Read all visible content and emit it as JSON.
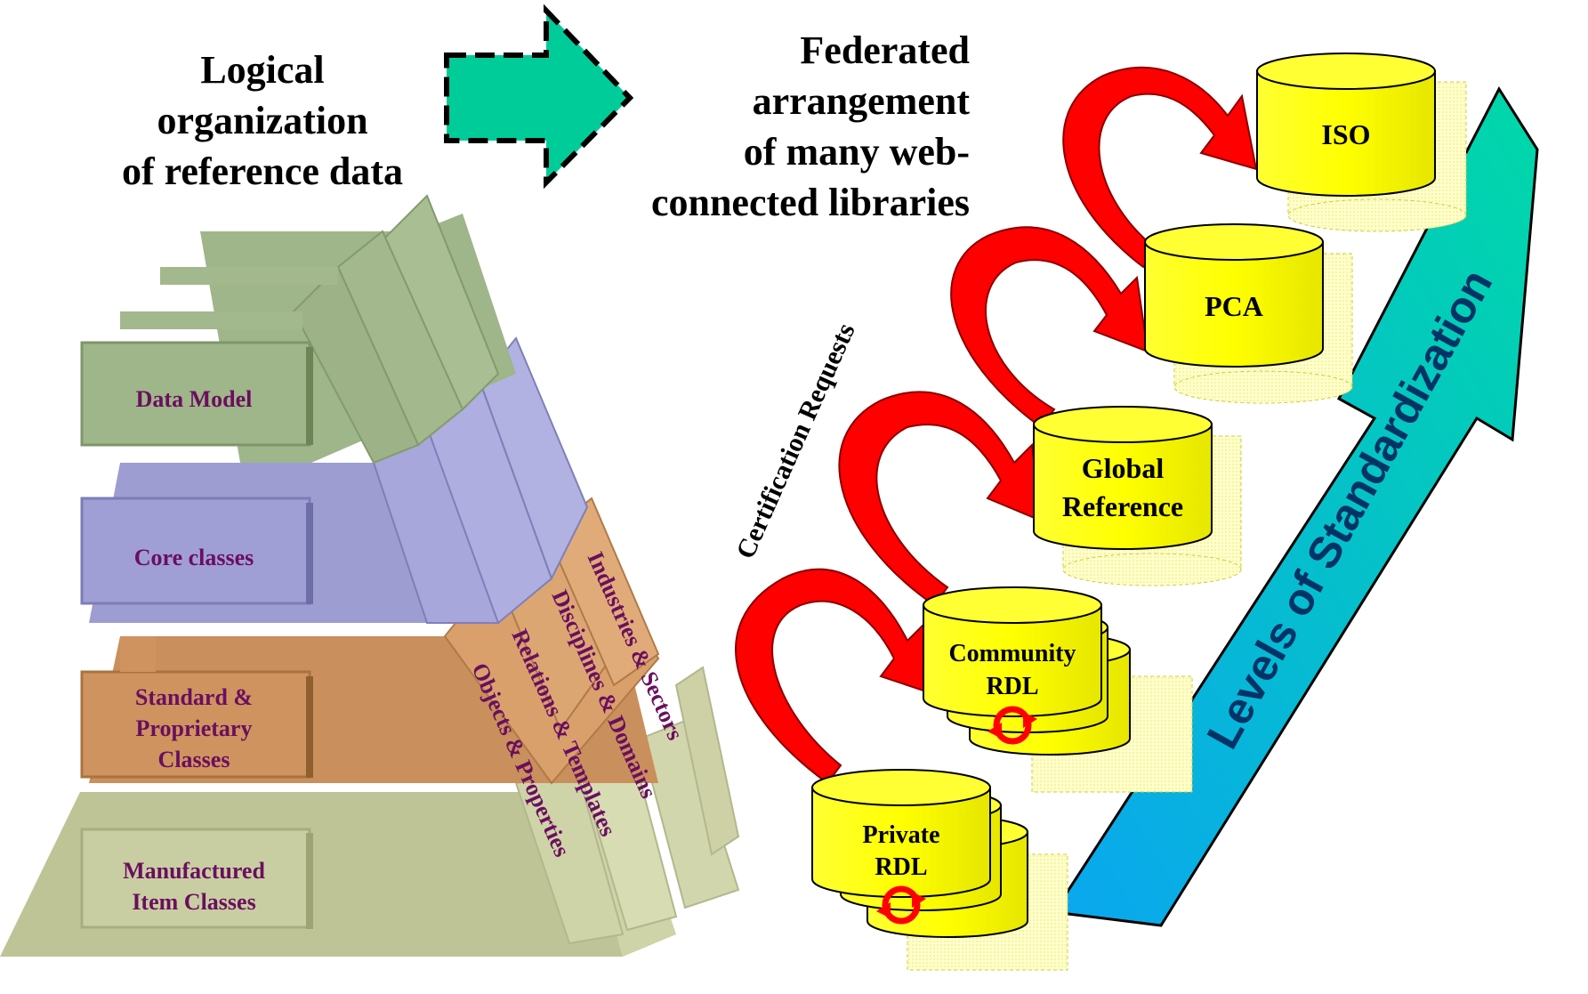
{
  "headings": {
    "left": [
      "Logical",
      "organization",
      "of reference data"
    ],
    "right": [
      "Federated",
      "arrangement",
      "of many web-",
      "connected libraries"
    ]
  },
  "pyramid": {
    "layers": [
      {
        "label": [
          "Data Model"
        ],
        "color": "#9fb58a"
      },
      {
        "label": [
          "Core classes"
        ],
        "color": "#9f9fd6"
      },
      {
        "label": [
          "Standard &",
          "Proprietary",
          "Classes"
        ],
        "color": "#cf9360"
      },
      {
        "label": [
          "Manufactured",
          "Item Classes"
        ],
        "color": "#bfc497"
      }
    ],
    "side_labels": [
      "Industries & Sectors",
      "Disciplines & Domains",
      "Relations & Templates",
      "Objects & Properties"
    ]
  },
  "federation": {
    "libraries": [
      {
        "label": [
          "ISO"
        ],
        "stack": 1
      },
      {
        "label": [
          "PCA"
        ],
        "stack": 1
      },
      {
        "label": [
          "Global",
          "Reference"
        ],
        "stack": 1
      },
      {
        "label": [
          "Community",
          "RDL"
        ],
        "stack": 3,
        "sync_icon": true
      },
      {
        "label": [
          "Private",
          "RDL"
        ],
        "stack": 3,
        "sync_icon": true
      }
    ],
    "certification_label": "Certification Requests",
    "standardization_label": "Levels of Standardization",
    "colors": {
      "cylinder_fill": "#ffff00",
      "arrow_red": "#ff0000",
      "top_arrow": "#00cc99",
      "standardization_gradient_start": "#00aaff",
      "standardization_gradient_end": "#00ddaa"
    }
  }
}
